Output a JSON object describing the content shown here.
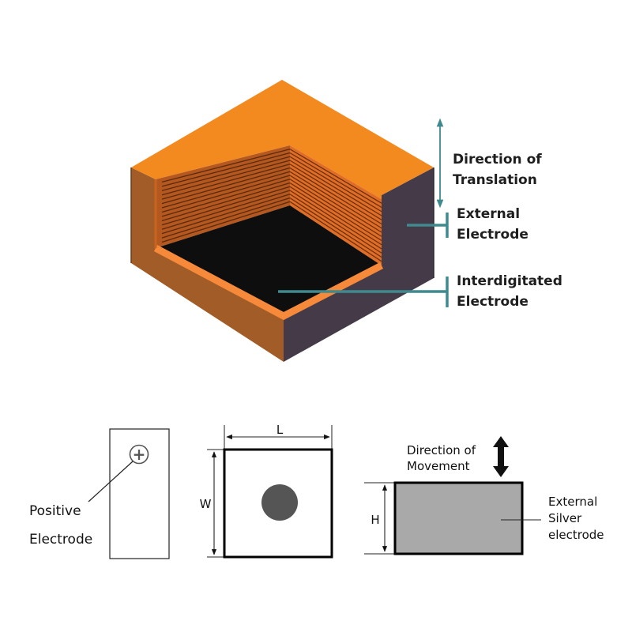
{
  "top_labels": {
    "direction_of_translation": [
      "Direction of",
      "Translation"
    ],
    "external_electrode": [
      "External",
      "Electrode"
    ],
    "interdigitated_electrode": [
      "Interdigitated",
      "Electrode"
    ]
  },
  "bottom_labels": {
    "positive_electrode": [
      "Positive",
      "Electrode"
    ],
    "plus_symbol": "+",
    "length": "L",
    "width": "W",
    "height": "H",
    "direction_of_movement": [
      "Direction of",
      "Movement"
    ],
    "external_silver_electrode": [
      "External",
      "Silver",
      "electrode"
    ]
  },
  "colors": {
    "top_face": "#f28a1f",
    "left_face": "#a25c27",
    "right_face": "#453b48",
    "cut_edge": "#f6893a",
    "cavity_floor": "#0e0e0e",
    "leader_line": "#3e8a8e",
    "electrode_fill": "#a9a9a9",
    "center_dot": "#555555"
  }
}
